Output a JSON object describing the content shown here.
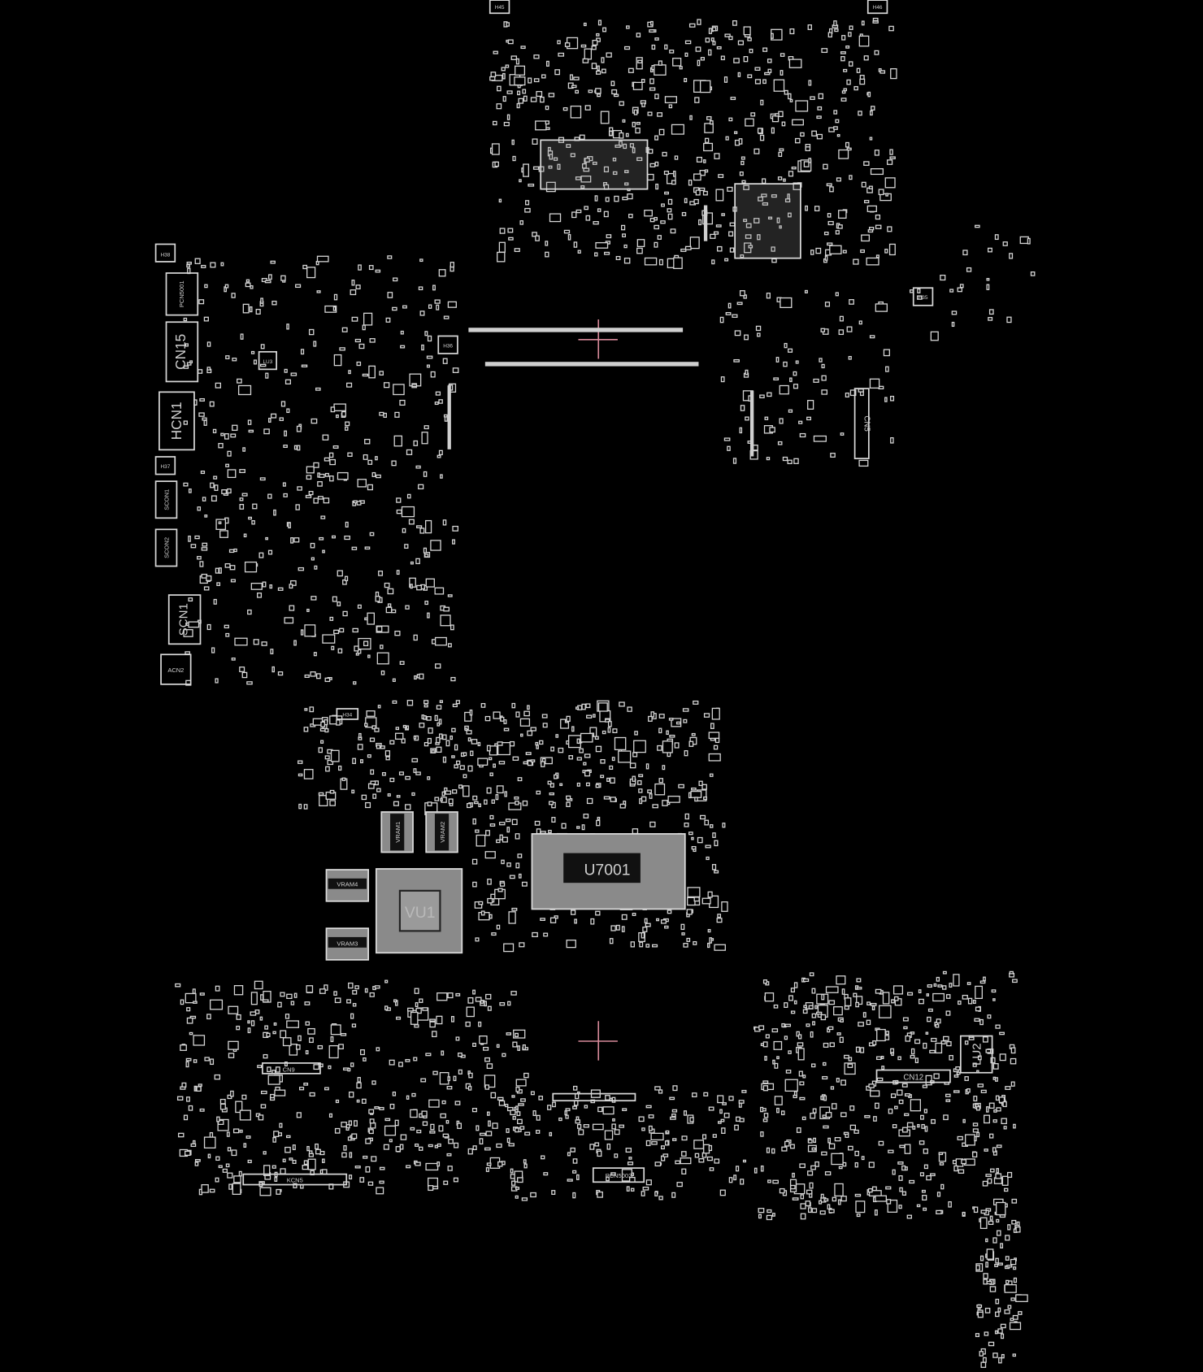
{
  "board": {
    "title": "PCB boardview",
    "components": {
      "h38": "H38",
      "pcn5001": "PCN5001",
      "cn15": "CN15",
      "hcn1": "HCN1",
      "h37": "H37",
      "scon1": "SCON1",
      "scon2": "SCON2",
      "scn1": "SCN1",
      "acn2": "ACN2",
      "h36": "H36",
      "h35": "H35",
      "h45": "H45",
      "h46": "H46",
      "lu3": "LU3",
      "cn5": "CN5",
      "vram1": "VRAM1",
      "vram2": "VRAM2",
      "vram3": "VRAM3",
      "vram4": "VRAM4",
      "vu1": "VU1",
      "u7001": "U7001",
      "cn12": "CN12",
      "lu2": "LU2",
      "kcn5": "KCN5",
      "pcn5002": "PCN5002",
      "cn9": "CN9",
      "h34": "H34"
    }
  },
  "colors": {
    "background": "#000000",
    "outline": "#d8d8d8",
    "crosshair": "#d88a9a"
  }
}
